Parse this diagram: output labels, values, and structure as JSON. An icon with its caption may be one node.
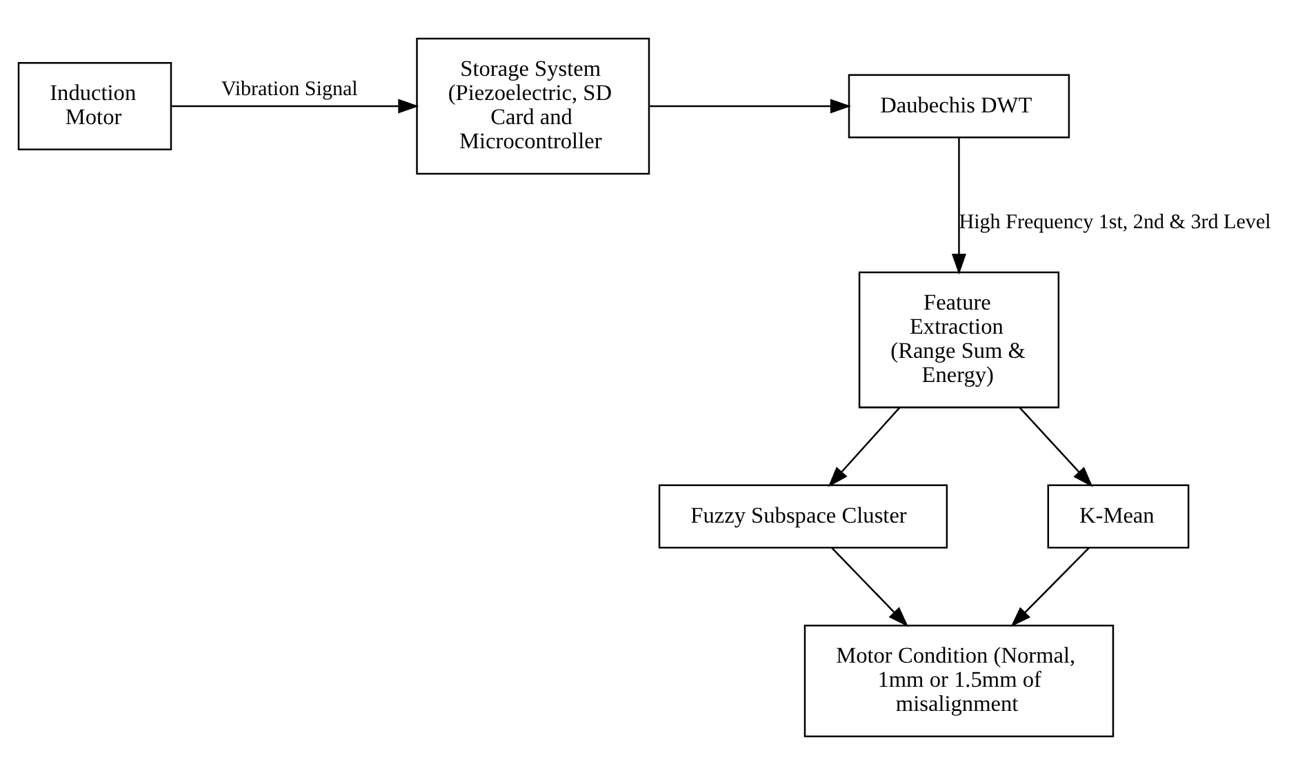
{
  "diagram": {
    "nodes": [
      {
        "text": [
          "Induction Motor"
        ]
      },
      {
        "text": [
          "Storage System",
          "(Piezoelectric, SD Card and Microcontroller"
        ]
      },
      {
        "text": [
          "Daubechis DWT"
        ]
      },
      {
        "text": [
          "Feature Extraction (Range Sum & Energy)"
        ]
      },
      {
        "text": [
          "Fuzzy Subspace Cluster"
        ]
      },
      {
        "text": [
          "K-Mean"
        ]
      },
      {
        "text": [
          "Motor Condition (Normal, 1mm or 1.5mm of misalignment"
        ]
      }
    ],
    "edges": [
      {
        "from": 0,
        "to": 1,
        "arrow": "to",
        "label": "Vibration Signal"
      },
      {
        "from": 1,
        "to": 2,
        "arrow": "to"
      },
      {
        "from": 2,
        "to": 3,
        "arrow": "to",
        "label": "High Frequency 1st, 2nd & 3rd Level"
      },
      {
        "from": 3,
        "to": 4,
        "arrow": "to"
      },
      {
        "from": 3,
        "to": 5,
        "arrow": "to"
      },
      {
        "from": 4,
        "to": 6,
        "arrow": "to"
      },
      {
        "from": 5,
        "to": 6,
        "arrow": "to"
      }
    ]
  }
}
